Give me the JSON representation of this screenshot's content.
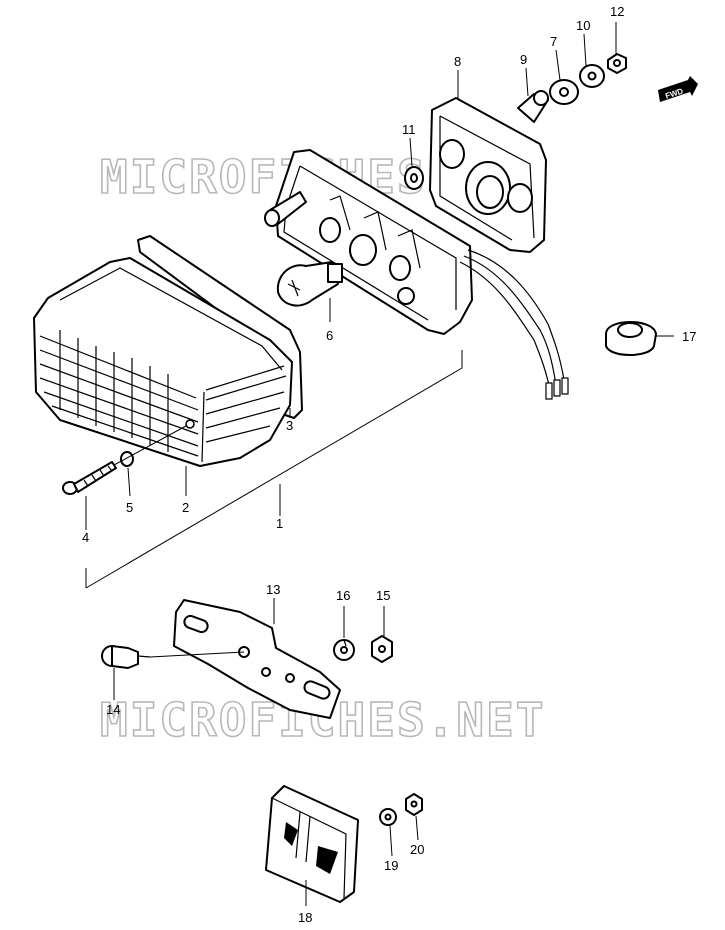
{
  "watermark": "MICROFICHES.NET",
  "direction_badge": "FWD",
  "parts": [
    {
      "id": "1",
      "label": "1"
    },
    {
      "id": "2",
      "label": "2"
    },
    {
      "id": "3",
      "label": "3"
    },
    {
      "id": "4",
      "label": "4"
    },
    {
      "id": "5",
      "label": "5"
    },
    {
      "id": "6",
      "label": "6"
    },
    {
      "id": "7",
      "label": "7"
    },
    {
      "id": "8",
      "label": "8"
    },
    {
      "id": "9",
      "label": "9"
    },
    {
      "id": "10",
      "label": "10"
    },
    {
      "id": "11",
      "label": "11"
    },
    {
      "id": "12",
      "label": "12"
    },
    {
      "id": "13",
      "label": "13"
    },
    {
      "id": "14",
      "label": "14"
    },
    {
      "id": "15",
      "label": "15"
    },
    {
      "id": "16",
      "label": "16"
    },
    {
      "id": "17",
      "label": "17"
    },
    {
      "id": "18",
      "label": "18"
    },
    {
      "id": "19",
      "label": "19"
    },
    {
      "id": "20",
      "label": "20"
    }
  ]
}
